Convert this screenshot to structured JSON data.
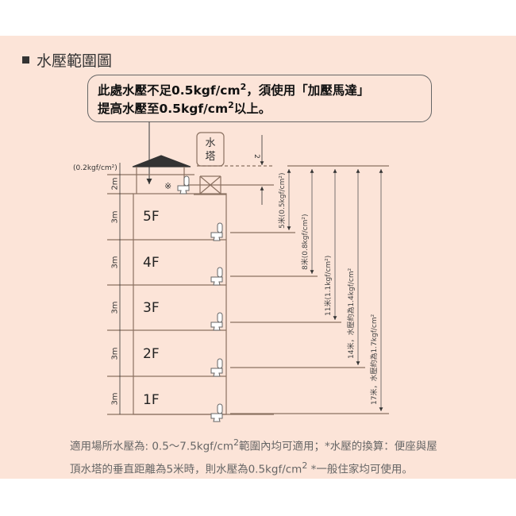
{
  "title": "水壓範圍圖",
  "callout": {
    "line1_prefix": "此處水壓不足0.5kgf/cm",
    "line1_sup": "2",
    "line1_suffix": "，須使用「加壓馬達」",
    "line2_prefix": "提高水壓至0.5kgf/cm",
    "line2_sup": "2",
    "line2_suffix": "以上。"
  },
  "diagram": {
    "water_tower_label": "水塔",
    "roof_pressure_label": "(0.2kgf/cm²)",
    "roof_height": "2m",
    "tower_gap_label": "2",
    "asterisk": "※",
    "floors": [
      {
        "label": "5F",
        "height": "3m"
      },
      {
        "label": "4F",
        "height": "3m"
      },
      {
        "label": "3F",
        "height": "3m"
      },
      {
        "label": "2F",
        "height": "3m"
      },
      {
        "label": "1F",
        "height": "3m"
      }
    ],
    "pressure_labels": [
      "5米(0.5kgf/cm²)",
      "8米(0.8kgf/cm²)",
      "11米(1.1kgf/cm²)",
      "14米，水壓約為1.4kgf/cm²",
      "17米，水壓約為1.7kgf/cm²"
    ]
  },
  "footer": {
    "line1_prefix": "適用場所水壓為: 0.5～7.5kgf/cm",
    "line1_sup": "2",
    "line1_suffix": "範圍內均可適用；*水壓的換算：便座與屋",
    "line2_prefix": "頂水塔的垂直距離為5米時，則水壓為0.5kgf/cm",
    "line2_sup": "2",
    "line2_suffix": " *一般住家均可使用。"
  }
}
